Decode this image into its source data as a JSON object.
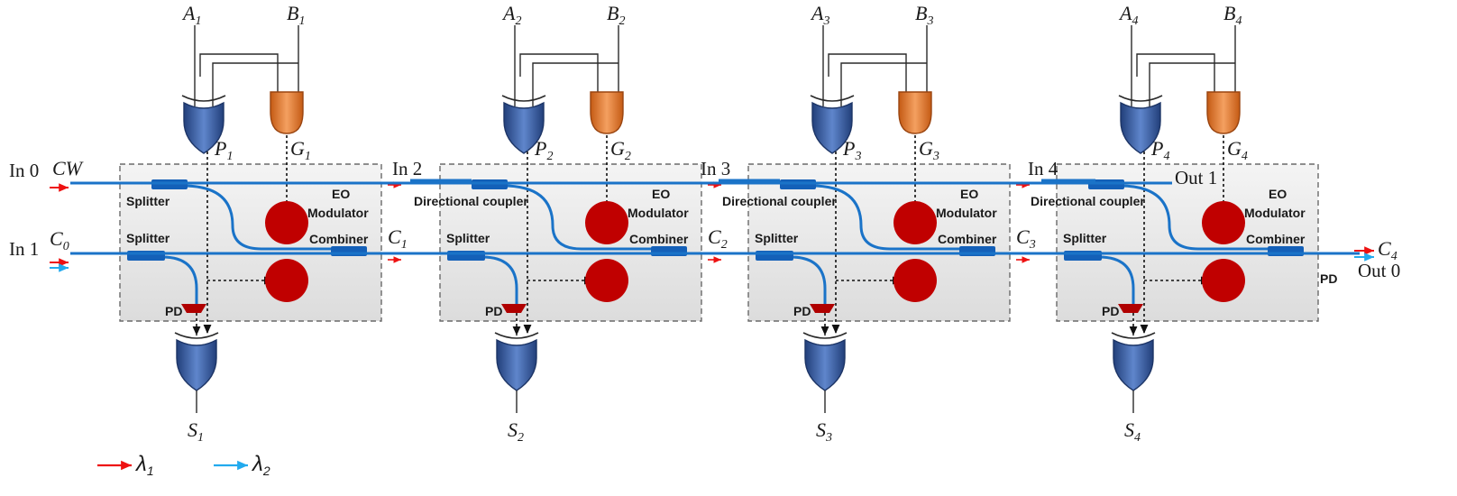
{
  "inputs": {
    "in0": "In 0",
    "in1": "In 1",
    "cw": "CW",
    "c0_main": "C",
    "c0_sub": "0"
  },
  "outputs": {
    "out1": "Out 1",
    "out0": "Out 0",
    "c4_main": "C",
    "c4_sub": "4"
  },
  "stages": [
    {
      "a": {
        "m": "A",
        "s": "1"
      },
      "b": {
        "m": "B",
        "s": "1"
      },
      "p": {
        "m": "P",
        "s": "1"
      },
      "g": {
        "m": "G",
        "s": "1"
      },
      "s": {
        "m": "S",
        "s": "1"
      },
      "top_coupler": "Splitter",
      "carry_out": {
        "m": "C",
        "s": "1"
      },
      "in_port": ""
    },
    {
      "a": {
        "m": "A",
        "s": "2"
      },
      "b": {
        "m": "B",
        "s": "2"
      },
      "p": {
        "m": "P",
        "s": "2"
      },
      "g": {
        "m": "G",
        "s": "2"
      },
      "s": {
        "m": "S",
        "s": "2"
      },
      "top_coupler": "Directional coupler",
      "carry_out": {
        "m": "C",
        "s": "2"
      },
      "in_port": "In 2"
    },
    {
      "a": {
        "m": "A",
        "s": "3"
      },
      "b": {
        "m": "B",
        "s": "3"
      },
      "p": {
        "m": "P",
        "s": "3"
      },
      "g": {
        "m": "G",
        "s": "3"
      },
      "s": {
        "m": "S",
        "s": "3"
      },
      "top_coupler": "Directional coupler",
      "carry_out": {
        "m": "C",
        "s": "3"
      },
      "in_port": "In 3"
    },
    {
      "a": {
        "m": "A",
        "s": "4"
      },
      "b": {
        "m": "B",
        "s": "4"
      },
      "p": {
        "m": "P",
        "s": "4"
      },
      "g": {
        "m": "G",
        "s": "4"
      },
      "s": {
        "m": "S",
        "s": "4"
      },
      "top_coupler": "Directional coupler",
      "carry_out": {
        "m": "",
        "s": ""
      },
      "in_port": "In 4"
    }
  ],
  "block_labels": {
    "eo_line1": "EO",
    "eo_line2": "Modulator",
    "combiner": "Combiner",
    "splitter": "Splitter",
    "pd": "PD",
    "pd_extra": "PD"
  },
  "legend": {
    "l1_main": "λ",
    "l1_sub": "1",
    "l2_main": "λ",
    "l2_sub": "2"
  },
  "colors": {
    "waveguide": "#1a73c8",
    "modulator": "#c00000",
    "xor_gate": "#3d62a8",
    "and_gate": "#e07b30",
    "lambda1": "#ee1111",
    "lambda2": "#22aaee",
    "block_fill": "#e4e4e4"
  }
}
